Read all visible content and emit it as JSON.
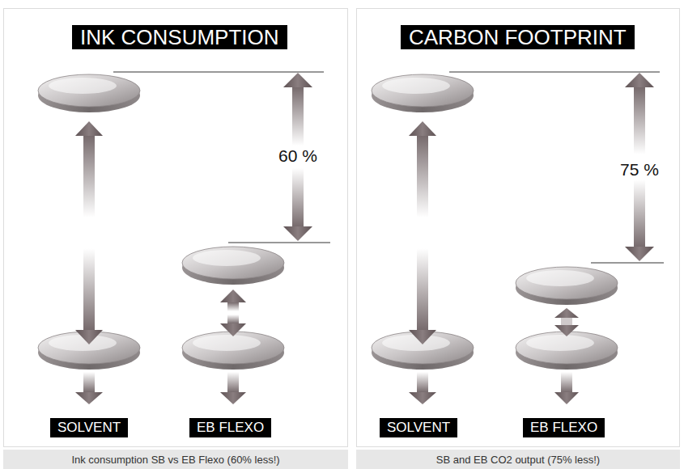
{
  "diagram": {
    "nodes": [
      {
        "text": [
          "INK CONSUMPTION"
        ]
      },
      {
        "text": [
          "SOLVENT"
        ],
        "in": 0
      },
      {
        "text": [
          "EB FLEXO"
        ],
        "in": 0
      },
      {
        "text": [
          "Ink consumption SB vs EB Flexo (60% less!)"
        ]
      },
      {
        "text": [
          "CARBON FOOTPRINT"
        ]
      },
      {
        "text": [
          "SOLVENT"
        ],
        "in": 4
      },
      {
        "text": [
          "EB FLEXO"
        ],
        "in": 4
      },
      {
        "text": [
          "SB and EB CO2 output (75% less!)"
        ]
      }
    ],
    "labels": [
      "60 %",
      "75 %"
    ]
  }
}
